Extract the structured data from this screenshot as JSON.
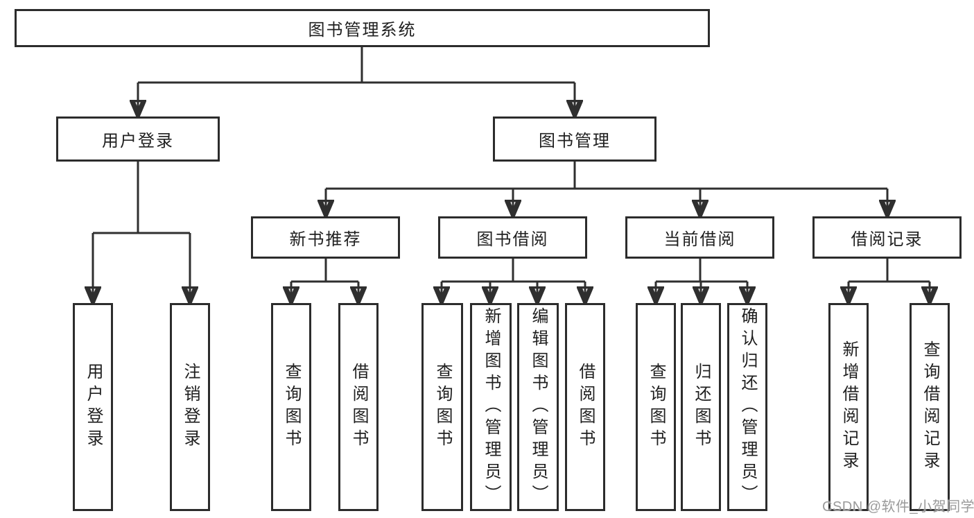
{
  "nodes": {
    "root": "图书管理系统",
    "level2": [
      "用户登录",
      "图书管理"
    ],
    "level3": [
      "新书推荐",
      "图书借阅",
      "当前借阅",
      "借阅记录"
    ],
    "leaves": [
      "用户登录",
      "注销登录",
      "查询图书",
      "借阅图书",
      "查询图书",
      "新增图书（管理员）",
      "编辑图书（管理员）",
      "借阅图书",
      "查询图书",
      "归还图书",
      "确认归还（管理员）",
      "新增借阅记录",
      "查询借阅记录"
    ]
  },
  "hierarchy": {
    "图书管理系统": {
      "用户登录": [
        "用户登录",
        "注销登录"
      ],
      "图书管理": {
        "新书推荐": [
          "查询图书",
          "借阅图书"
        ],
        "图书借阅": [
          "查询图书",
          "新增图书（管理员）",
          "编辑图书（管理员）",
          "借阅图书"
        ],
        "当前借阅": [
          "查询图书",
          "归还图书",
          "确认归还（管理员）"
        ],
        "借阅记录": [
          "新增借阅记录",
          "查询借阅记录"
        ]
      }
    }
  },
  "watermark": "CSDN @软件_小贺同学",
  "colors": {
    "line": "#2f2f2f",
    "border": "#2c2c2c",
    "text": "#1f1f1f",
    "background": "#ffffff",
    "watermark": "#9a9a9a"
  }
}
